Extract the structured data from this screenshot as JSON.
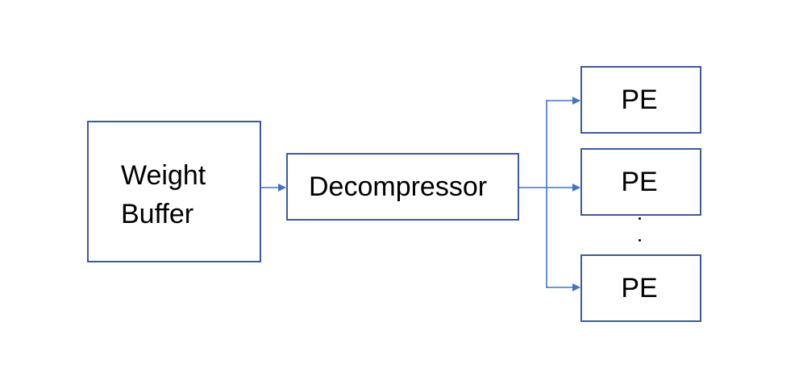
{
  "weight_buffer": {
    "line1": "Weight",
    "line2": "Buffer"
  },
  "decompressor": {
    "label": "Decompressor"
  },
  "pe_units": [
    {
      "label": "PE"
    },
    {
      "label": "PE"
    },
    {
      "label": "PE"
    }
  ],
  "colors": {
    "border": "#3c5a9a",
    "arrow": "#4472c4"
  }
}
